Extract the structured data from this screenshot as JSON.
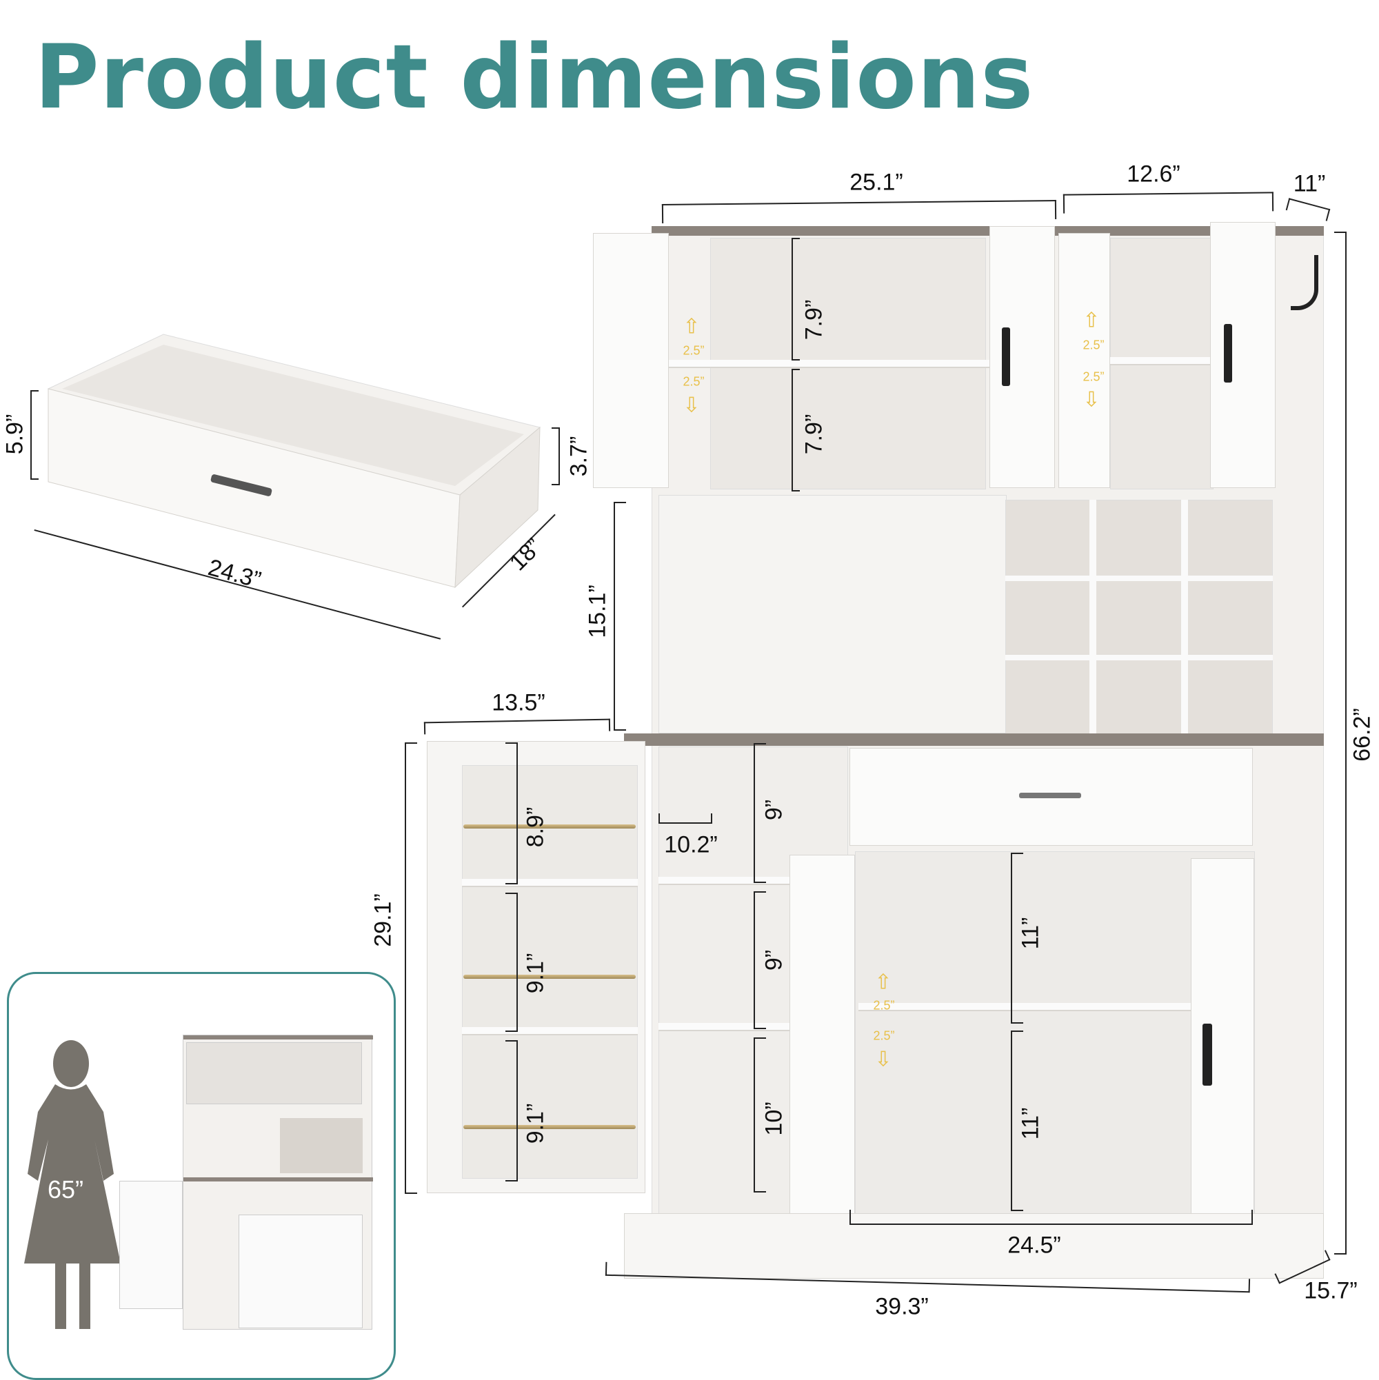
{
  "title": "Product dimensions",
  "drawer": {
    "height": "5.9”",
    "width": "24.3”",
    "depth": "18”",
    "inner_height": "3.7”"
  },
  "cabinet": {
    "top_left_width": "25.1”",
    "top_right_width": "12.6”",
    "top_depth": "11”",
    "total_height": "66.2”",
    "upper_shelf_top": "7.9”",
    "upper_shelf_bottom": "7.9”",
    "adjust_labels": [
      "2.5”",
      "2.5”",
      "2.5”",
      "2.5”",
      "2.5”",
      "2.5”"
    ],
    "middle_height": "15.1”",
    "door_width": "13.5”",
    "door_height": "29.1”",
    "door_shelves": [
      "8.9”",
      "9.1”",
      "9.1”"
    ],
    "side_shelves": [
      "9”",
      "9”",
      "10”"
    ],
    "side_width": "10.2”",
    "lower_shelves": [
      "11”",
      "11”"
    ],
    "lower_width": "24.5”",
    "total_width": "39.3”",
    "total_depth": "15.7”"
  },
  "inset": {
    "person_height": "65”",
    "accent": "#3f8c8b"
  },
  "colors": {
    "title": "#3f8c8b",
    "adjust": "#e8c04a"
  }
}
